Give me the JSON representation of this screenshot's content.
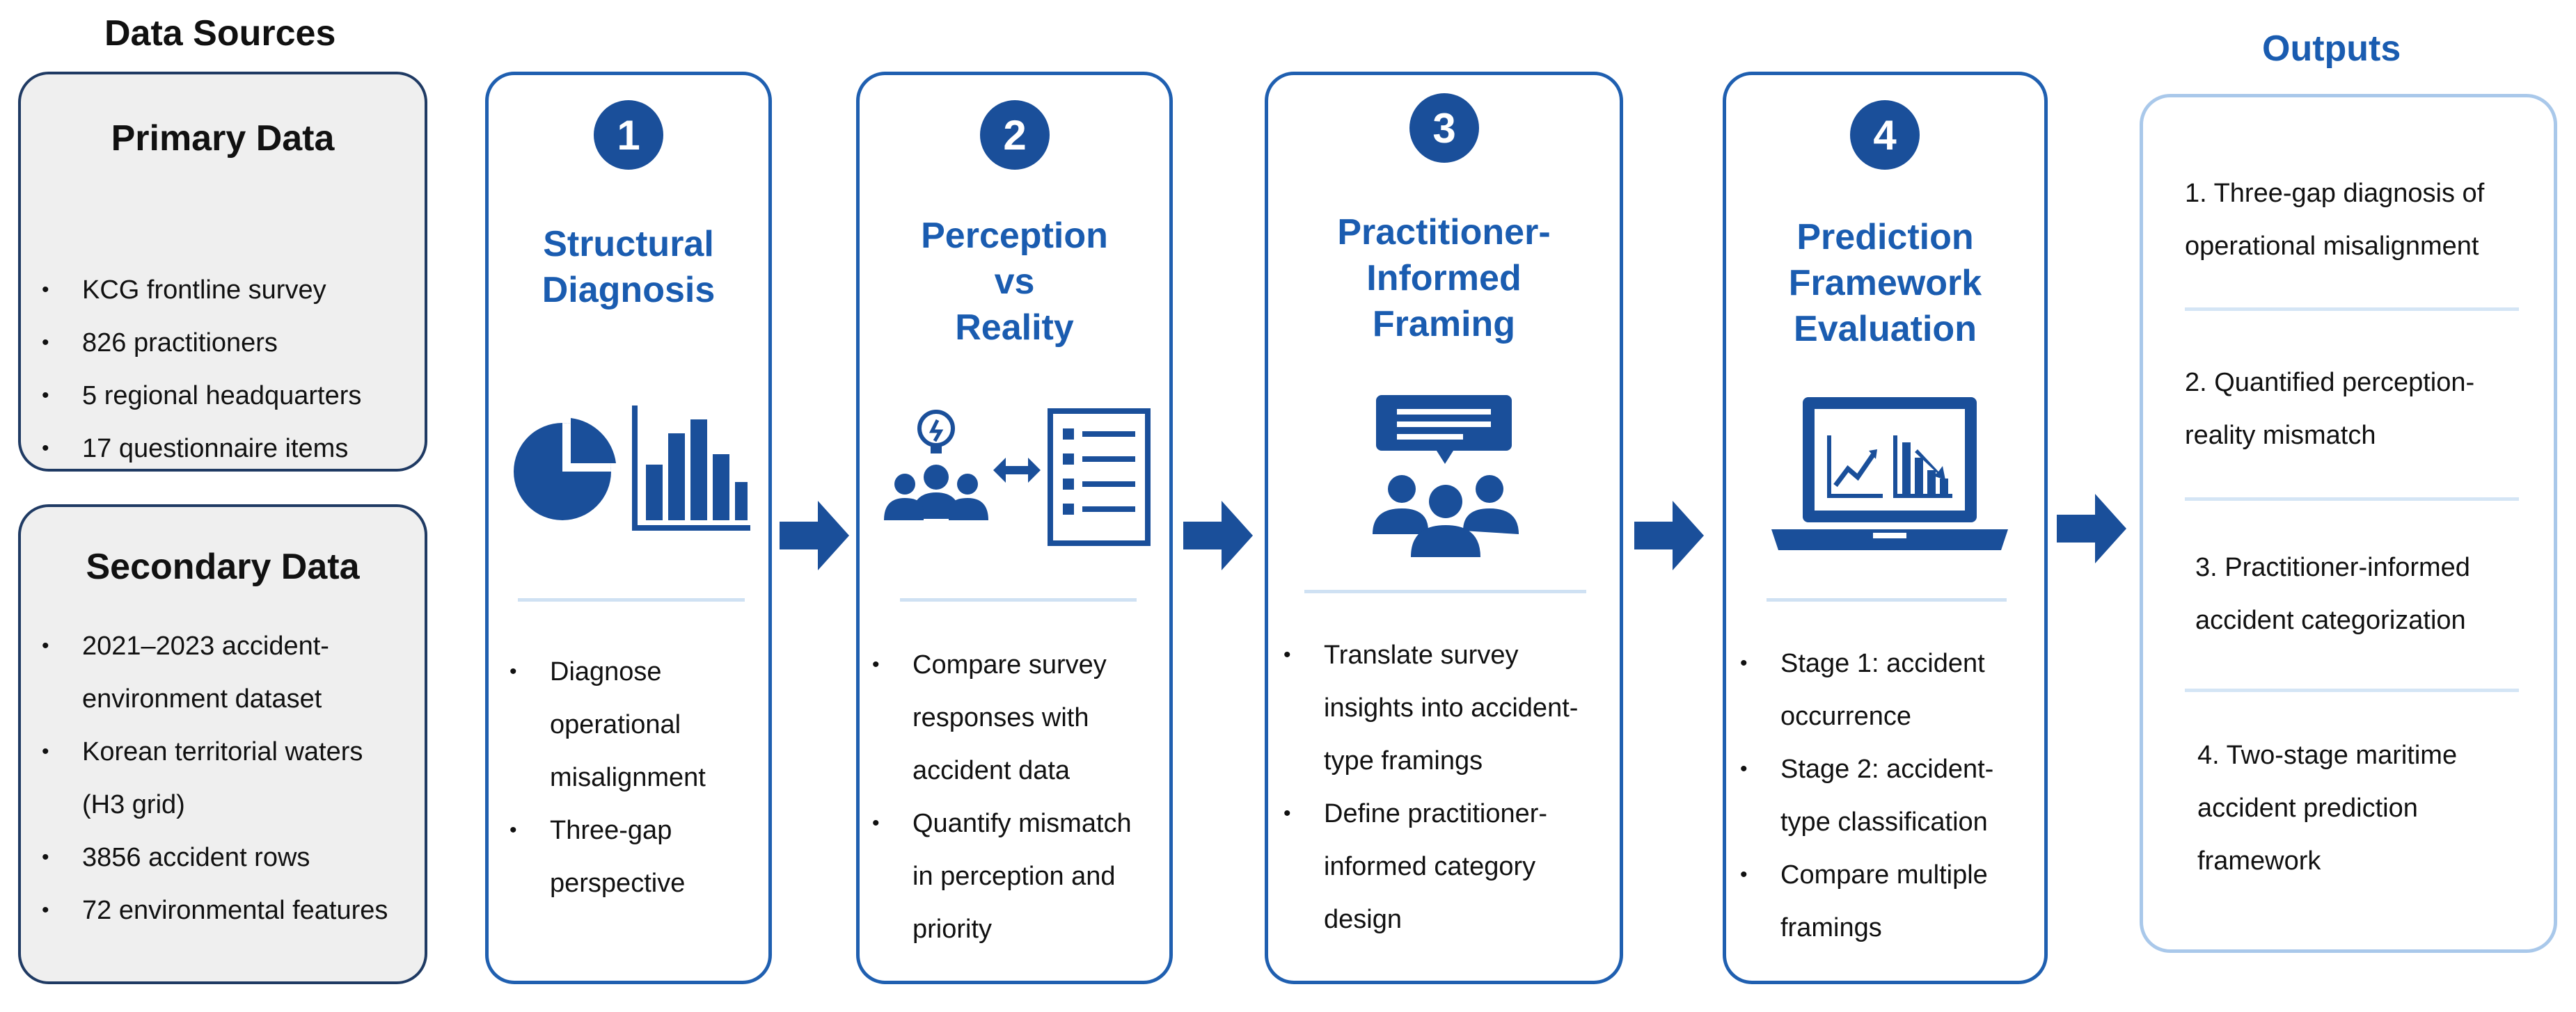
{
  "data_sources": {
    "title": "Data Sources",
    "primary": {
      "title": "Primary Data",
      "items": [
        "KCG frontline survey",
        "826 practitioners",
        "5 regional headquarters",
        "17 questionnaire items"
      ]
    },
    "secondary": {
      "title": "Secondary Data",
      "items": [
        "2021–2023 accident-",
        "environment dataset",
        "Korean territorial waters",
        "(H3 grid)",
        "3856  accident rows",
        "72 environmental features"
      ]
    }
  },
  "stages": [
    {
      "number": "1",
      "title": [
        "Structural",
        "Diagnosis"
      ],
      "icon": "pie-bar-chart-icon",
      "bullets": [
        "Diagnose",
        "operational",
        "misalignment",
        "Three-gap",
        "perspective"
      ]
    },
    {
      "number": "2",
      "title": [
        "Perception",
        "vs",
        "Reality"
      ],
      "icon": "team-checklist-icon",
      "bullets": [
        "Compare survey",
        "responses with",
        "accident data",
        "Quantify mismatch",
        "in perception and",
        "priority"
      ]
    },
    {
      "number": "3",
      "title": [
        "Practitioner-",
        "Informed",
        "Framing"
      ],
      "icon": "team-speech-icon",
      "bullets": [
        "Translate survey",
        "insights into accident-",
        "type framings",
        "Define practitioner-",
        "informed category",
        "design"
      ]
    },
    {
      "number": "4",
      "title": [
        "Prediction",
        "Framework",
        "Evaluation"
      ],
      "icon": "laptop-analytics-icon",
      "bullets": [
        "Stage 1: accident",
        "occurrence",
        "Stage 2: accident-",
        "type classification",
        "Compare multiple",
        "framings"
      ]
    }
  ],
  "outputs": {
    "title": "Outputs",
    "items": [
      [
        "1. Three-gap diagnosis of",
        "operational misalignment"
      ],
      [
        "2. Quantified perception-",
        "reality mismatch"
      ],
      [
        "3. Practitioner-informed",
        "accident categorization"
      ],
      [
        "4. Two-stage maritime",
        "accident prediction",
        "framework"
      ]
    ]
  },
  "colors": {
    "accent": "#1a5cb0",
    "circle": "#1a4f9a",
    "border": "#1f5fb0",
    "source_border": "#1f3a63",
    "output_border": "#a9c8ea"
  }
}
